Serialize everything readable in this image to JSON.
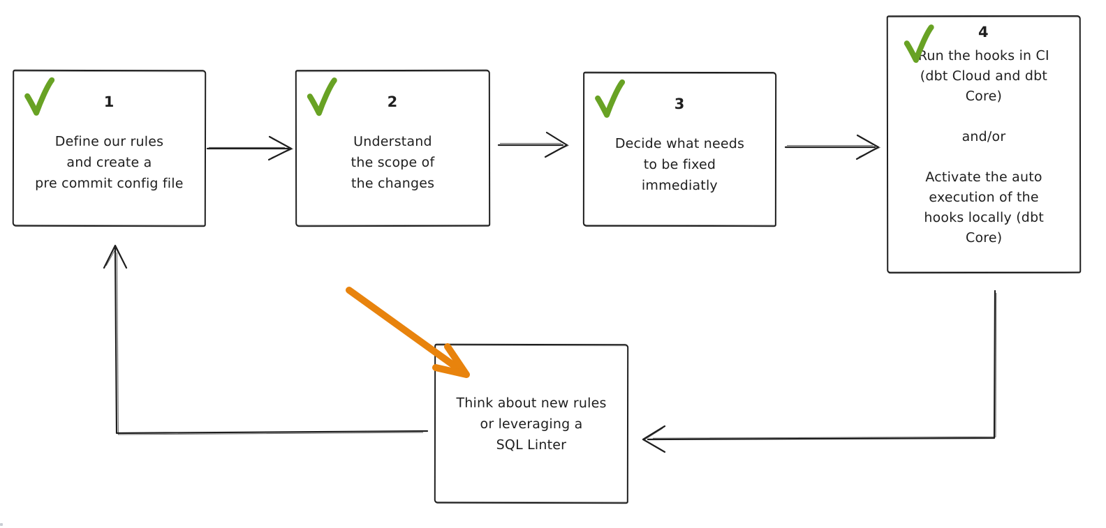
{
  "diagram": {
    "title": "pre-commit workflow flowchart",
    "colors": {
      "background": "#ffffff",
      "stroke": "#1e1e1e",
      "checkmark_green": "#68a224",
      "highlight_orange": "#e8830d"
    },
    "nodes": [
      {
        "id": "step-1",
        "number": "1",
        "checked": true,
        "label": "Define our rules\nand create a\npre commit config file"
      },
      {
        "id": "step-2",
        "number": "2",
        "checked": true,
        "label": "Understand\nthe scope of\nthe changes"
      },
      {
        "id": "step-3",
        "number": "3",
        "checked": true,
        "label": "Decide what needs\nto be fixed\nimmediatly"
      },
      {
        "id": "step-4",
        "number": "4",
        "checked": true,
        "label": "Run the hooks in CI\n(dbt Cloud and dbt\nCore)\n\nand/or\n\nActivate the auto\nexecution of the\nhooks locally (dbt\nCore)"
      },
      {
        "id": "think",
        "number": "",
        "checked": false,
        "label": "Think about new rules\nor leveraging a\nSQL Linter"
      }
    ],
    "edges": [
      {
        "from": "step-1",
        "to": "step-2",
        "style": "straight-right"
      },
      {
        "from": "step-2",
        "to": "step-3",
        "style": "straight-right"
      },
      {
        "from": "step-3",
        "to": "step-4",
        "style": "straight-right"
      },
      {
        "from": "step-4",
        "to": "think",
        "style": "down-then-left"
      },
      {
        "from": "think",
        "to": "step-1",
        "style": "left-then-up"
      },
      {
        "from": null,
        "to": "think",
        "style": "highlight-diagonal",
        "color": "#e8830d"
      }
    ]
  }
}
